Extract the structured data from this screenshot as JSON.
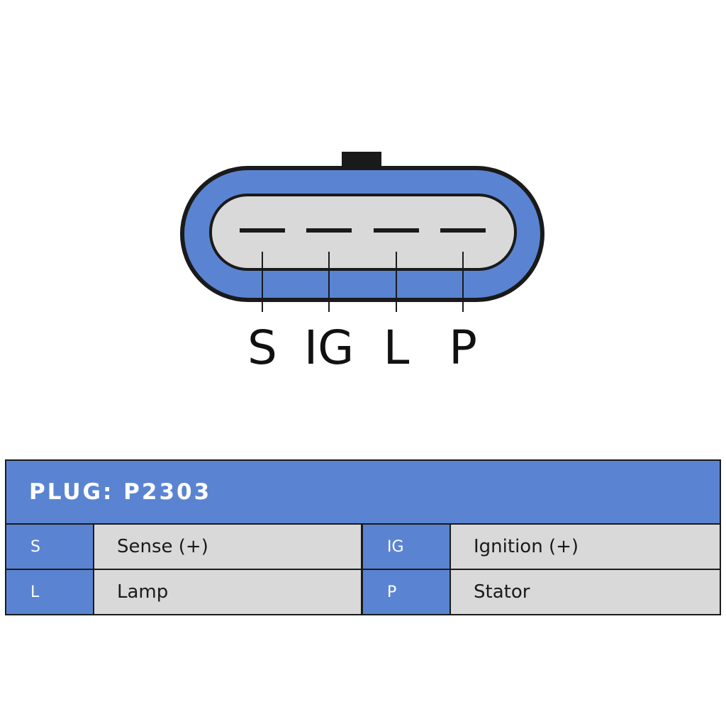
{
  "colors": {
    "connector_blue": "#5a84d2",
    "connector_inner": "#d9d9d9",
    "outline": "#1a1a1a",
    "header_text": "#ffffff"
  },
  "pin_labels": [
    "S",
    "IG",
    "L",
    "P"
  ],
  "table": {
    "title": "PLUG: P2303",
    "rows": [
      [
        {
          "code": "S",
          "description": "Sense (+)"
        },
        {
          "code": "IG",
          "description": "Ignition (+)"
        }
      ],
      [
        {
          "code": "L",
          "description": "Lamp"
        },
        {
          "code": "P",
          "description": "Stator"
        }
      ]
    ]
  }
}
